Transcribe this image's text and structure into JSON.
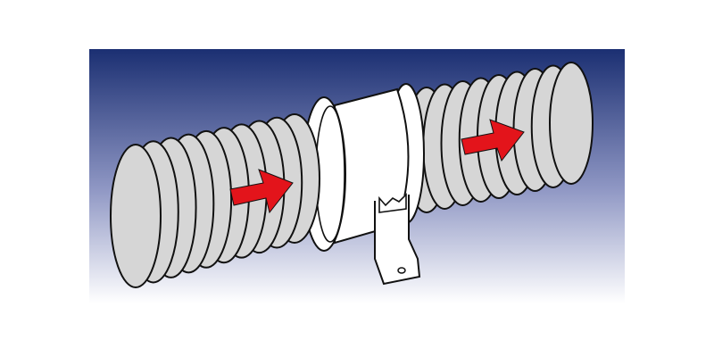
{
  "illustration": {
    "subject": "inline-duct-fan-with-flexible-ducting",
    "colors": {
      "background_top": "#1b2f72",
      "background_bottom": "#ffffff",
      "duct_fill": "#d6d6d6",
      "fan_fill": "#ffffff",
      "outline": "#111111",
      "arrow": "#e3141b"
    },
    "arrows": [
      {
        "name": "airflow-in",
        "direction": "right"
      },
      {
        "name": "airflow-out",
        "direction": "right"
      }
    ]
  }
}
